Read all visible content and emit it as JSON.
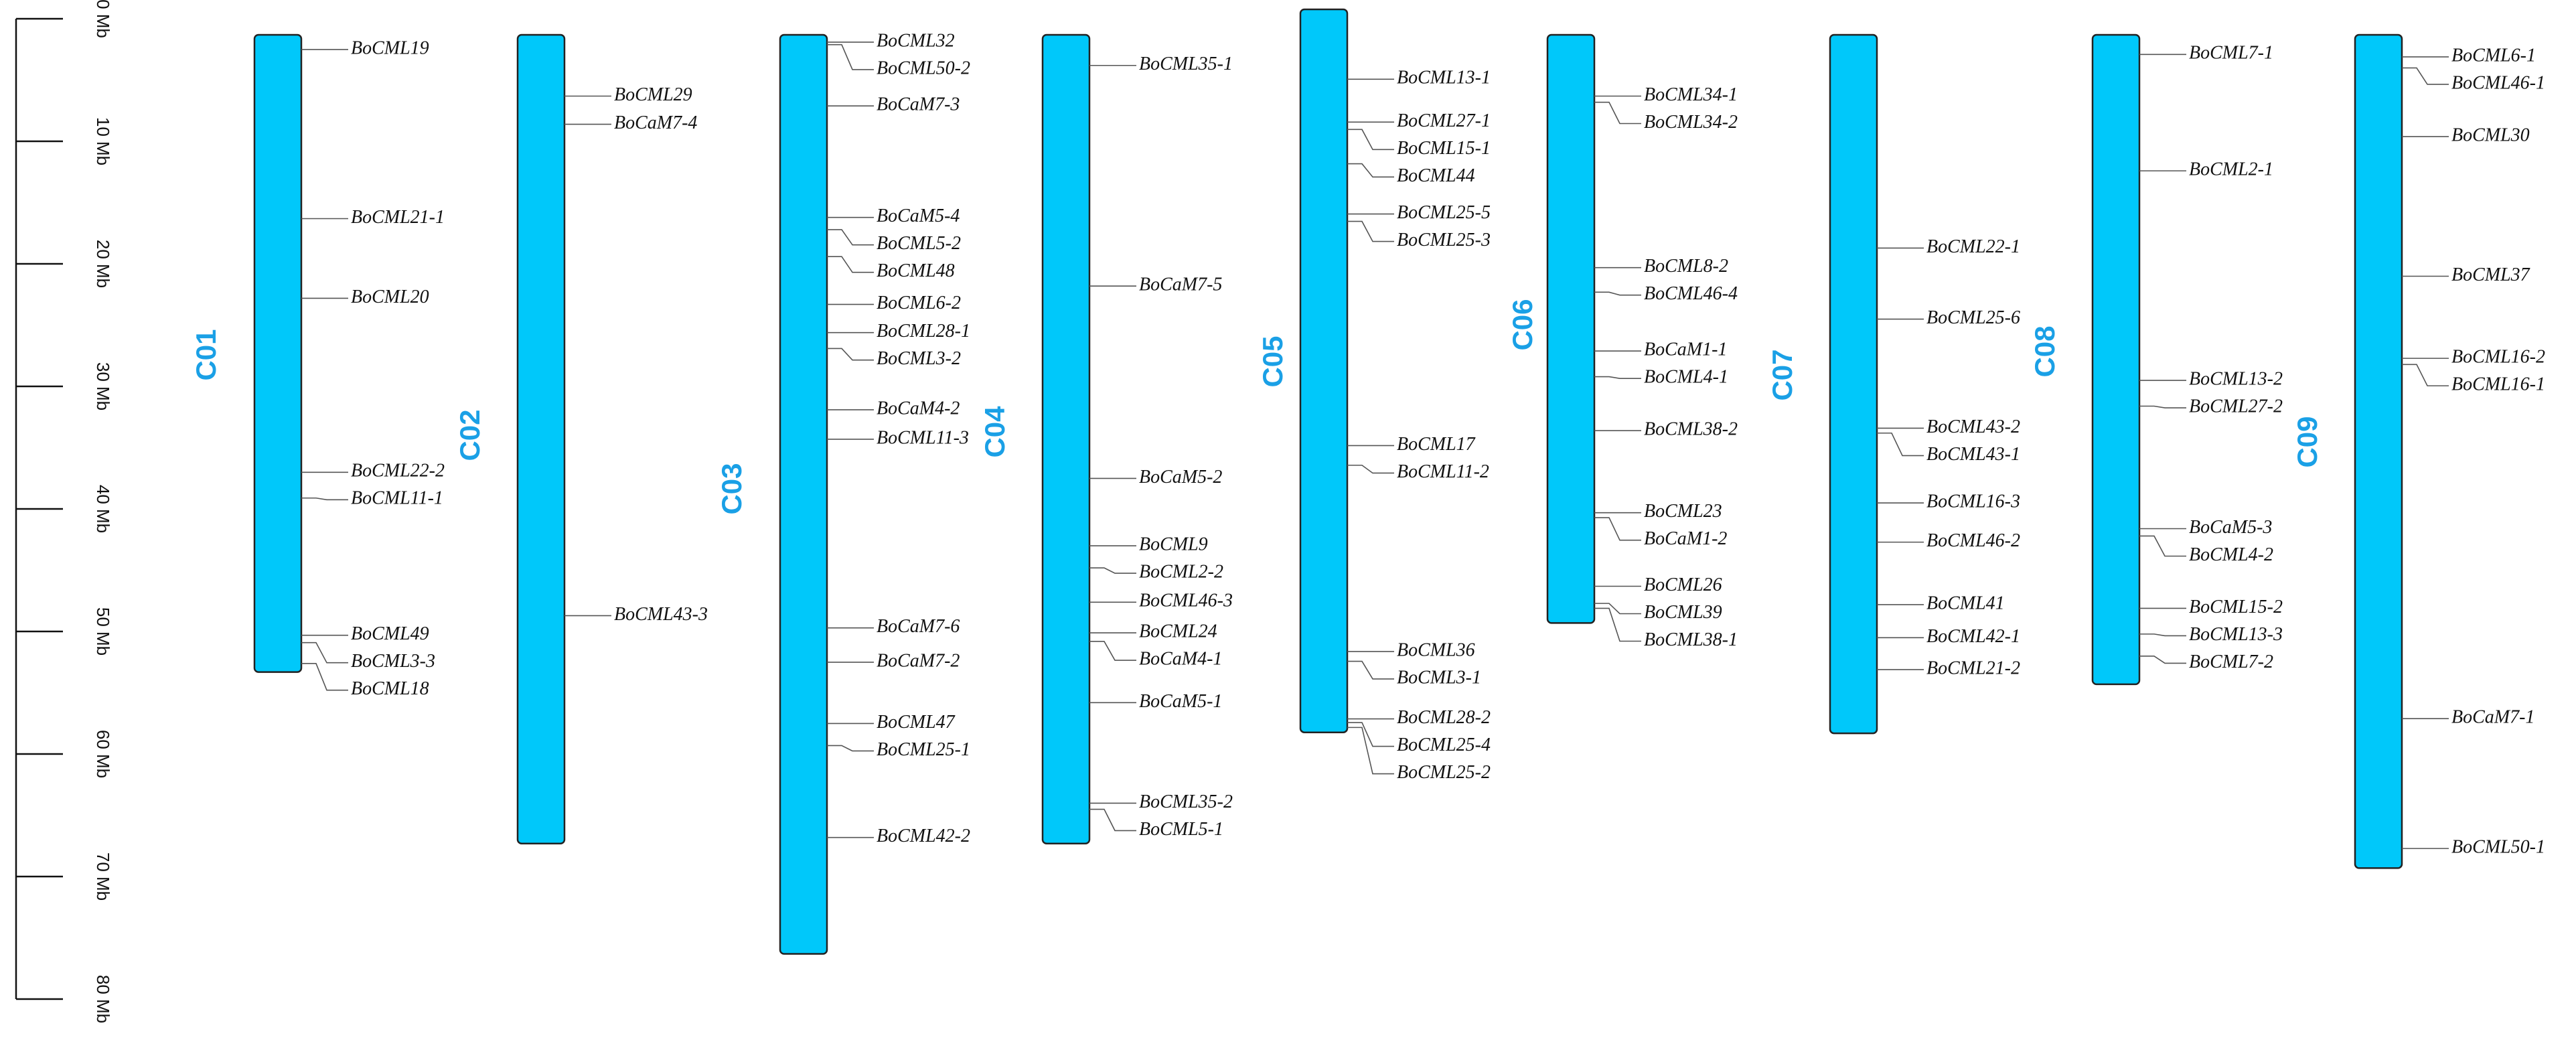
{
  "colors": {
    "chromosome": "#00c8fa",
    "label": "#1aa0e6",
    "line": "#555555"
  },
  "scale": {
    "unit": "Mb",
    "max": 80,
    "ticks": [
      {
        "value": 0,
        "label": "0 Mb"
      },
      {
        "value": 10,
        "label": "10 Mb"
      },
      {
        "value": 20,
        "label": "20 Mb"
      },
      {
        "value": 30,
        "label": "30 Mb"
      },
      {
        "value": 40,
        "label": "40 Mb"
      },
      {
        "value": 50,
        "label": "50 Mb"
      },
      {
        "value": 60,
        "label": "60 Mb"
      },
      {
        "value": 70,
        "label": "70 Mb"
      },
      {
        "value": 80,
        "label": "80 Mb"
      }
    ]
  },
  "chromosomes": [
    {
      "name": "C01",
      "length": 52,
      "genes": [
        {
          "name": "BoCML19",
          "pos": 1.2
        },
        {
          "name": "BoCML21-1",
          "pos": 15
        },
        {
          "name": "BoCML20",
          "pos": 21.5
        },
        {
          "name": "BoCML22-2",
          "pos": 35.7
        },
        {
          "name": "BoCML11-1",
          "pos": 37.8
        },
        {
          "name": "BoCML49",
          "pos": 49
        },
        {
          "name": "BoCML3-3",
          "pos": 49.6
        },
        {
          "name": "BoCML18",
          "pos": 51.3
        }
      ]
    },
    {
      "name": "C02",
      "length": 66,
      "genes": [
        {
          "name": "BoCML29",
          "pos": 5
        },
        {
          "name": "BoCaM7-4",
          "pos": 7.3
        },
        {
          "name": "BoCML43-3",
          "pos": 47.4
        }
      ]
    },
    {
      "name": "C03",
      "length": 75,
      "genes": [
        {
          "name": "BoCML32",
          "pos": 0.6
        },
        {
          "name": "BoCML50-2",
          "pos": 0.8
        },
        {
          "name": "BoCaM7-3",
          "pos": 5.8
        },
        {
          "name": "BoCaM5-4",
          "pos": 14.9
        },
        {
          "name": "BoCML5-2",
          "pos": 15.9
        },
        {
          "name": "BoCML48",
          "pos": 18.1
        },
        {
          "name": "BoCML6-2",
          "pos": 22
        },
        {
          "name": "BoCML28-1",
          "pos": 24.3
        },
        {
          "name": "BoCML3-2",
          "pos": 25.6
        },
        {
          "name": "BoCaM4-2",
          "pos": 30.6
        },
        {
          "name": "BoCML11-3",
          "pos": 33
        },
        {
          "name": "BoCaM7-6",
          "pos": 48.4
        },
        {
          "name": "BoCaM7-2",
          "pos": 51.2
        },
        {
          "name": "BoCML47",
          "pos": 56.2
        },
        {
          "name": "BoCML25-1",
          "pos": 58
        },
        {
          "name": "BoCML42-2",
          "pos": 65.5
        }
      ]
    },
    {
      "name": "C04",
      "length": 66,
      "genes": [
        {
          "name": "BoCML35-1",
          "pos": 2.5
        },
        {
          "name": "BoCaM7-5",
          "pos": 20.5
        },
        {
          "name": "BoCaM5-2",
          "pos": 36.2
        },
        {
          "name": "BoCML9",
          "pos": 41.7
        },
        {
          "name": "BoCML2-2",
          "pos": 43.5
        },
        {
          "name": "BoCML46-3",
          "pos": 46.3
        },
        {
          "name": "BoCML24",
          "pos": 48.8
        },
        {
          "name": "BoCaM4-1",
          "pos": 49.5
        },
        {
          "name": "BoCaM5-1",
          "pos": 54.5
        },
        {
          "name": "BoCML35-2",
          "pos": 62.7
        },
        {
          "name": "BoCML5-1",
          "pos": 63.2
        }
      ]
    },
    {
      "name": "C05",
      "length": 59,
      "genes": [
        {
          "name": "BoCML13-1",
          "pos": 5.7
        },
        {
          "name": "BoCML27-1",
          "pos": 9.2
        },
        {
          "name": "BoCML15-1",
          "pos": 9.8
        },
        {
          "name": "BoCML44",
          "pos": 12.6
        },
        {
          "name": "BoCML25-5",
          "pos": 16.7
        },
        {
          "name": "BoCML25-3",
          "pos": 17.3
        },
        {
          "name": "BoCML17",
          "pos": 35.6
        },
        {
          "name": "BoCML11-2",
          "pos": 37.2
        },
        {
          "name": "BoCML36",
          "pos": 52.4
        },
        {
          "name": "BoCML3-1",
          "pos": 53.2
        },
        {
          "name": "BoCML28-2",
          "pos": 57.9
        },
        {
          "name": "BoCML25-4",
          "pos": 58.2
        },
        {
          "name": "BoCML25-2",
          "pos": 58.6
        }
      ]
    },
    {
      "name": "C06",
      "length": 48,
      "genes": [
        {
          "name": "BoCML34-1",
          "pos": 5
        },
        {
          "name": "BoCML34-2",
          "pos": 5.5
        },
        {
          "name": "BoCML8-2",
          "pos": 19
        },
        {
          "name": "BoCML46-4",
          "pos": 21
        },
        {
          "name": "BoCaM1-1",
          "pos": 25.8
        },
        {
          "name": "BoCML4-1",
          "pos": 27.9
        },
        {
          "name": "BoCML38-2",
          "pos": 32.3
        },
        {
          "name": "BoCML23",
          "pos": 39
        },
        {
          "name": "BoCaM1-2",
          "pos": 39.4
        },
        {
          "name": "BoCML26",
          "pos": 45
        },
        {
          "name": "BoCML39",
          "pos": 46.4
        },
        {
          "name": "BoCML38-1",
          "pos": 46.8
        }
      ]
    },
    {
      "name": "C07",
      "length": 57,
      "genes": [
        {
          "name": "BoCML22-1",
          "pos": 17.4
        },
        {
          "name": "BoCML25-6",
          "pos": 23.2
        },
        {
          "name": "BoCML43-2",
          "pos": 32.1
        },
        {
          "name": "BoCML43-1",
          "pos": 32.5
        },
        {
          "name": "BoCML16-3",
          "pos": 38.2
        },
        {
          "name": "BoCML46-2",
          "pos": 41.4
        },
        {
          "name": "BoCML41",
          "pos": 46.5
        },
        {
          "name": "BoCML42-1",
          "pos": 49.2
        },
        {
          "name": "BoCML21-2",
          "pos": 51.8
        }
      ]
    },
    {
      "name": "C08",
      "length": 53,
      "genes": [
        {
          "name": "BoCML7-1",
          "pos": 1.6
        },
        {
          "name": "BoCML2-1",
          "pos": 11.1
        },
        {
          "name": "BoCML13-2",
          "pos": 28.2
        },
        {
          "name": "BoCML27-2",
          "pos": 30.3
        },
        {
          "name": "BoCaM5-3",
          "pos": 40.3
        },
        {
          "name": "BoCML4-2",
          "pos": 40.9
        },
        {
          "name": "BoCML15-2",
          "pos": 46.8
        },
        {
          "name": "BoCML13-3",
          "pos": 48.9
        },
        {
          "name": "BoCML7-2",
          "pos": 50.7
        }
      ]
    },
    {
      "name": "C09",
      "length": 68,
      "genes": [
        {
          "name": "BoCML6-1",
          "pos": 1.8
        },
        {
          "name": "BoCML46-1",
          "pos": 2.7
        },
        {
          "name": "BoCML30",
          "pos": 8.3
        },
        {
          "name": "BoCML37",
          "pos": 19.7
        },
        {
          "name": "BoCML16-2",
          "pos": 26.4
        },
        {
          "name": "BoCML16-1",
          "pos": 26.9
        },
        {
          "name": "BoCaM7-1",
          "pos": 55.8
        },
        {
          "name": "BoCML50-1",
          "pos": 66.4
        }
      ]
    }
  ]
}
